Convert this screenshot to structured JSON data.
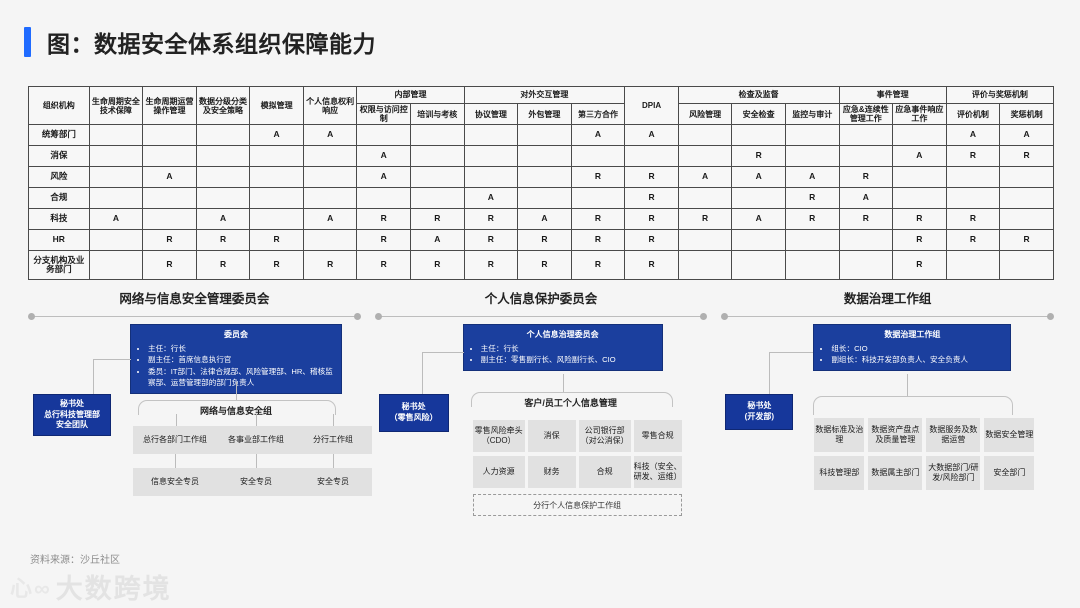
{
  "header": {
    "title": "图：数据安全体系组织保障能力",
    "accent_color": "#1f6bff"
  },
  "table": {
    "group_headers": [
      {
        "label": "组织机构",
        "span": 1
      },
      {
        "label": "生命周期安全技术保障",
        "span": 1
      },
      {
        "label": "生命周期运营操作管理",
        "span": 1
      },
      {
        "label": "数据分级分类及安全策略",
        "span": 1
      },
      {
        "label": "模拟管理",
        "span": 1
      },
      {
        "label": "个人信息权利响应",
        "span": 1
      },
      {
        "label": "内部管理",
        "span": 2
      },
      {
        "label": "对外交互管理",
        "span": 3
      },
      {
        "label": "DPIA",
        "span": 1
      },
      {
        "label": "检查及监督",
        "span": 3
      },
      {
        "label": "事件管理",
        "span": 2
      },
      {
        "label": "评价与奖惩机制",
        "span": 2
      }
    ],
    "sub_headers": [
      "权限与访问控制",
      "培训与考核",
      "协议管理",
      "外包管理",
      "第三方合作",
      "风险管理",
      "安全检查",
      "监控与审计",
      "应急&连续性管理工作",
      "应急事件响应工作",
      "评价机制",
      "奖惩机制"
    ],
    "columns": [
      "组织机构",
      "生命周期安全技术保障",
      "生命周期运营操作管理",
      "数据分级分类及安全策略",
      "模拟管理",
      "个人信息权利响应",
      "权限与访问控制",
      "培训与考核",
      "协议管理",
      "外包管理",
      "第三方合作",
      "DPIA",
      "风险管理",
      "安全检查",
      "监控与审计",
      "应急&连续性管理工作",
      "应急事件响应工作",
      "评价机制",
      "奖惩机制"
    ],
    "legend": {
      "R": "R",
      "A": "A"
    },
    "colors": {
      "r_fill": "#1a5df5",
      "a_fill": "#cfe0fa",
      "empty_fill": "#f7f7f7"
    },
    "rows": [
      {
        "org": "统筹部门",
        "cells": [
          "",
          "",
          "",
          "A",
          "A",
          "",
          "",
          "",
          "",
          "A",
          "A",
          "",
          "",
          "",
          "",
          "",
          "A",
          "A"
        ]
      },
      {
        "org": "消保",
        "cells": [
          "",
          "",
          "",
          "",
          "",
          "A",
          "",
          "",
          "",
          "",
          "",
          "",
          "R",
          "",
          "",
          "A",
          "R",
          "R"
        ]
      },
      {
        "org": "风险",
        "cells": [
          "",
          "A",
          "",
          "",
          "",
          "A",
          "",
          "",
          "",
          "R",
          "R",
          "A",
          "A",
          "A",
          "R",
          "",
          "",
          ""
        ]
      },
      {
        "org": "合规",
        "cells": [
          "",
          "",
          "",
          "",
          "",
          "",
          "",
          "A",
          "",
          "",
          "R",
          "",
          "",
          "R",
          "A",
          "",
          "",
          ""
        ]
      },
      {
        "org": "科技",
        "cells": [
          "A",
          "",
          "A",
          "",
          "A",
          "R",
          "R",
          "R",
          "A",
          "R",
          "R",
          "R",
          "A",
          "R",
          "R",
          "R",
          "R",
          ""
        ]
      },
      {
        "org": "HR",
        "cells": [
          "",
          "R",
          "R",
          "R",
          "",
          "R",
          "A",
          "R",
          "R",
          "R",
          "R",
          "",
          "",
          "",
          "",
          "R",
          "R",
          "R"
        ]
      },
      {
        "org": "分支机构及业务部门",
        "cells": [
          "",
          "R",
          "R",
          "R",
          "R",
          "R",
          "R",
          "R",
          "R",
          "R",
          "R",
          "",
          "",
          "",
          "",
          "R",
          "",
          ""
        ]
      }
    ]
  },
  "sections": [
    {
      "title": "网络与信息安全管理委员会"
    },
    {
      "title": "个人信息保护委员会"
    },
    {
      "title": "数据治理工作组"
    }
  ],
  "chart1": {
    "main_title": "委员会",
    "main_items": [
      "主任：行长",
      "副主任：首席信息执行官",
      "委员：IT部门、法律合规部、风险管理部、HR、稽核监察部、运营管理部的部门负责人"
    ],
    "secretariat": "秘书处\n总行科技管理部\n安全团队",
    "secretariat_lines": [
      "秘书处",
      "总行科技管理部",
      "安全团队"
    ],
    "group_label": "网络与信息安全组",
    "level1": [
      "总行各部门工作组",
      "各事业部工作组",
      "分行工作组"
    ],
    "level2": [
      "信息安全专员",
      "安全专员",
      "安全专员"
    ]
  },
  "chart2": {
    "main_title": "个人信息治理委员会",
    "main_items": [
      "主任：行长",
      "副主任：零售副行长、风险副行长、CIO"
    ],
    "secretariat_lines": [
      "秘书处",
      "（零售风险）"
    ],
    "group_label": "客户/员工个人信息管理",
    "row1": [
      "零售风险牵头（CDO）",
      "消保",
      "公司银行部（对公消保）",
      "零售合规"
    ],
    "row2": [
      "人力资源",
      "财务",
      "合规",
      "科技（安全、研发、运维）"
    ],
    "footer_box": "分行个人信息保护工作组"
  },
  "chart3": {
    "main_title": "数据治理工作组",
    "main_items": [
      "组长：CIO",
      "副组长：科技开发部负责人、安全负责人"
    ],
    "secretariat_lines": [
      "秘书处",
      "(开发部)"
    ],
    "row1": [
      "数据标准及治理",
      "数据资产盘点及质量管理",
      "数据服务及数据运营",
      "数据安全管理"
    ],
    "row2": [
      "科技管理部",
      "数据属主部门",
      "大数据部门/研发/风险部门",
      "安全部门"
    ]
  },
  "footer": {
    "source": "资料来源：沙丘社区",
    "watermark": "大数跨境"
  }
}
